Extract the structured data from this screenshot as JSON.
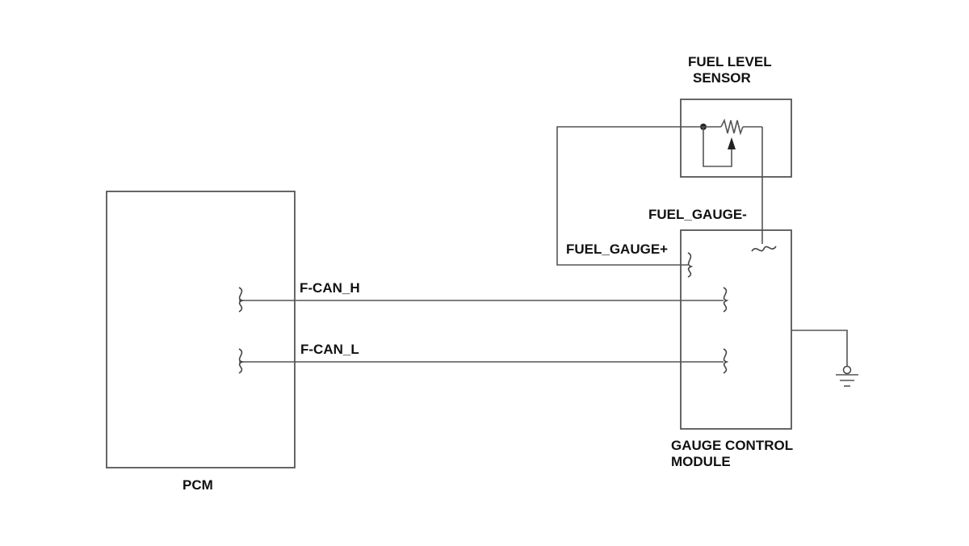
{
  "components": {
    "pcm": {
      "label": "PCM"
    },
    "gauge_control_module": {
      "label_line1": "GAUGE CONTROL",
      "label_line2": "MODULE"
    },
    "fuel_level_sensor": {
      "label_line1": "FUEL LEVEL",
      "label_line2": "SENSOR"
    },
    "ground": {
      "icon": "ground-icon"
    }
  },
  "signals": {
    "can_high": "F-CAN_H",
    "can_low": "F-CAN_L",
    "gauge_plus": "FUEL_GAUGE+",
    "gauge_minus": "FUEL_GAUGE-"
  },
  "colors": {
    "line": "#555555",
    "text": "#111111"
  }
}
